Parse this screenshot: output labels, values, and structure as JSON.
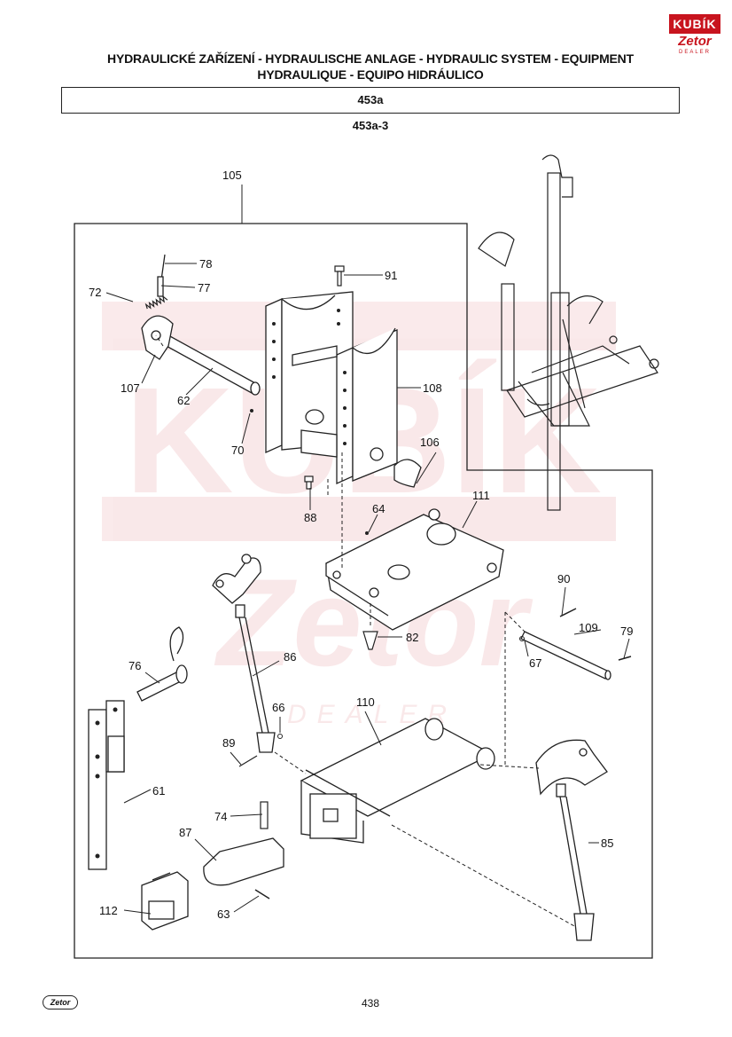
{
  "header": {
    "title_line1": "HYDRAULICKÉ ZAŘÍZENÍ - HYDRAULISCHE ANLAGE - HYDRAULIC SYSTEM - EQUIPMENT",
    "title_line2": "HYDRAULIQUE - EQUIPO HIDRÁULICO",
    "section": "453a",
    "figure": "453a-3"
  },
  "logo": {
    "top": "KUBÍK",
    "brand": "Zetor",
    "sub": "DEALER",
    "color": "#c8141e"
  },
  "watermark": {
    "top": "KUBÍK",
    "brand": "Zetor",
    "sub": "DEALER"
  },
  "footer": {
    "logo": "Zetor",
    "page": "438"
  },
  "callouts": [
    "105",
    "78",
    "72",
    "77",
    "91",
    "107",
    "62",
    "108",
    "70",
    "106",
    "88",
    "64",
    "111",
    "90",
    "82",
    "109",
    "79",
    "76",
    "86",
    "67",
    "66",
    "110",
    "89",
    "61",
    "74",
    "85",
    "87",
    "112",
    "63"
  ]
}
